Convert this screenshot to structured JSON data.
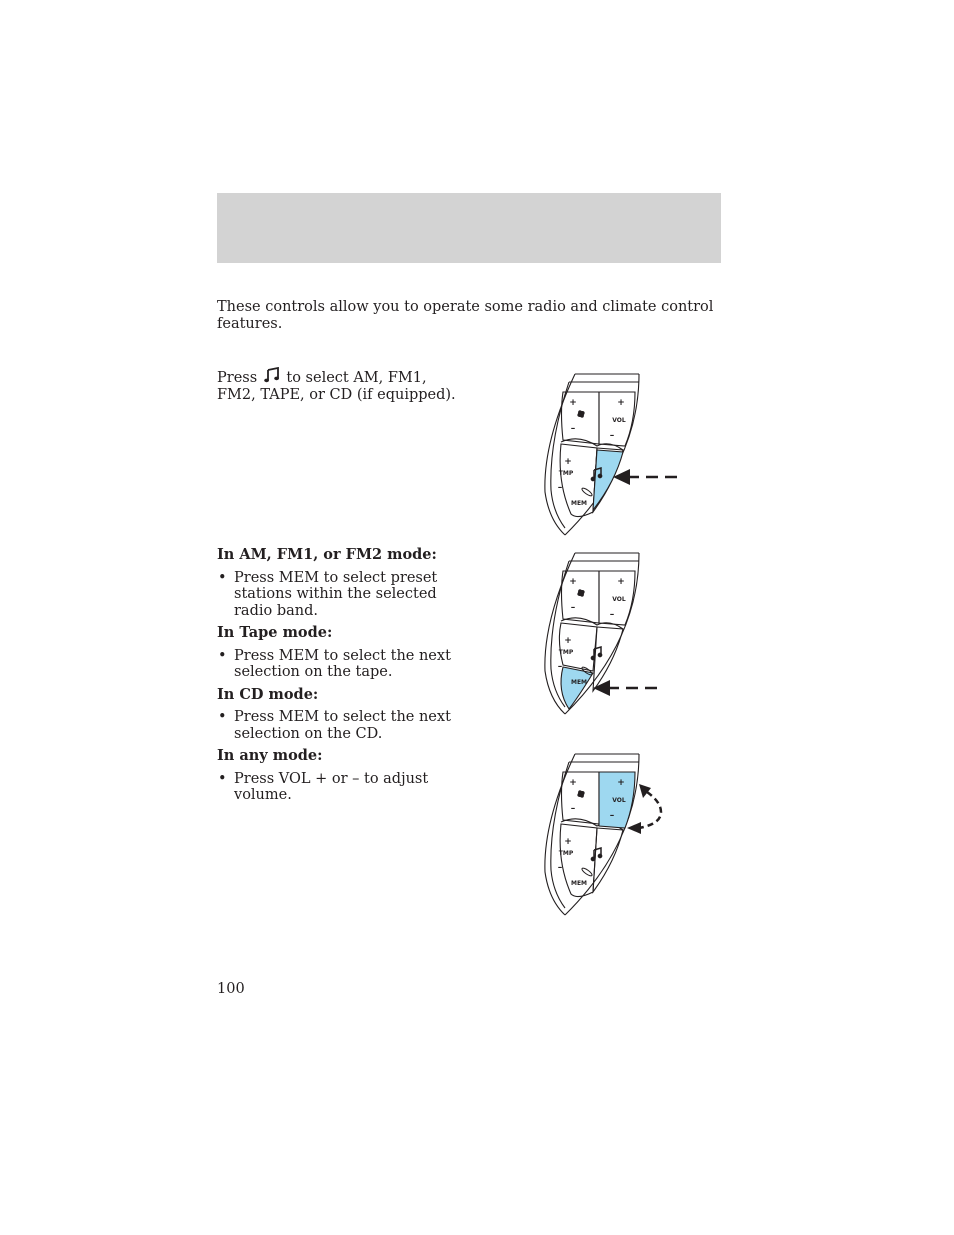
{
  "header": {
    "band_color": "#d3d3d3"
  },
  "intro": {
    "text": "These controls allow you to operate some radio and climate control features."
  },
  "press": {
    "before": "Press",
    "icon": "music-note-icon",
    "after": "to select AM, FM1, FM2, TAPE, or CD (if equipped)."
  },
  "modes": [
    {
      "heading": "In AM, FM1, or FM2 mode:",
      "bullet": "Press MEM to select preset stations within the selected radio band."
    },
    {
      "heading": "In Tape mode:",
      "bullet": "Press MEM to select the next selection on the tape."
    },
    {
      "heading": "In CD mode:",
      "bullet": "Press MEM to select the next selection on the CD."
    },
    {
      "heading": "In any mode:",
      "bullet": "Press VOL + or – to adjust volume."
    }
  ],
  "bullet_char": "•",
  "illustrations": {
    "labels": {
      "plus": "+",
      "minus": "–",
      "vol": "VOL",
      "tmp": "TMP",
      "mem": "MEM"
    },
    "highlight_color": "#9ed8f0",
    "items": [
      {
        "highlight": "music-button",
        "indicator": "dashed-arrow"
      },
      {
        "highlight": "mem-button",
        "indicator": "dashed-arrow"
      },
      {
        "highlight": "vol-button",
        "indicator": "curved-arrows"
      }
    ]
  },
  "page_number": "100"
}
